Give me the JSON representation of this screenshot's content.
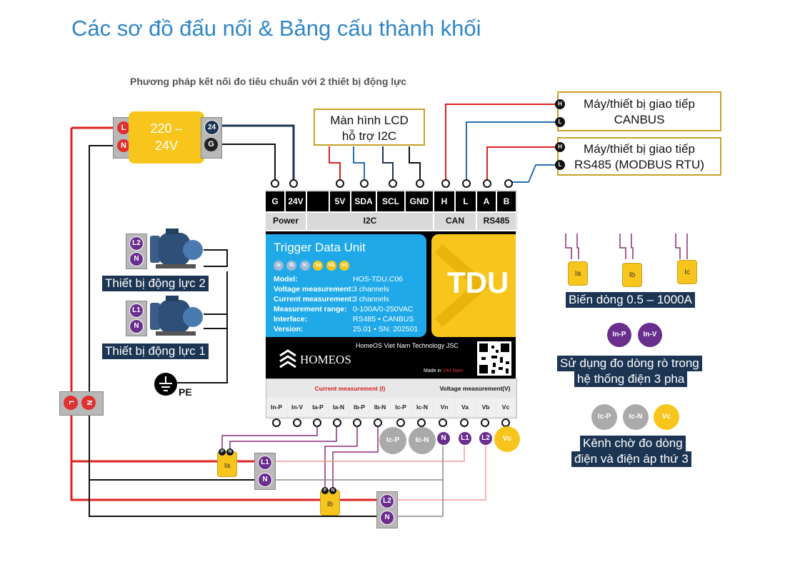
{
  "page_title": "Các sơ đồ đấu nối & Bảng cấu thành khối",
  "subtitle": "Phương pháp kết nối đo tiêu chuẩn với 2 thiết bị động lực",
  "psu": {
    "line1": "220 –",
    "line2": "24V",
    "in_l": "L",
    "in_n": "N",
    "out_24": "24",
    "out_g": "G"
  },
  "lcd_box": {
    "line1": "Màn hình LCD",
    "line2": "hỗ trợ I2C"
  },
  "canbus_box": {
    "line1": "Máy/thiết bị giao tiếp",
    "line2": "CANBUS",
    "pin_h": "H",
    "pin_l": "L"
  },
  "rs485_box": {
    "line1": "Máy/thiết bị giao tiếp",
    "line2": "RS485 (MODBUS RTU)",
    "pin_h": "H",
    "pin_l": "L"
  },
  "top_terminals": [
    "G",
    "24V",
    "",
    "5V",
    "SDA",
    "SCL",
    "GND",
    "H",
    "L",
    "A",
    "B"
  ],
  "top_groups": {
    "power": "Power",
    "i2c": "I2C",
    "can": "CAN",
    "rs485": "RS485"
  },
  "device": {
    "title": "Trigger Data Unit",
    "chips": [
      "Ia",
      "Ib",
      "Ic",
      "Va",
      "Vb",
      "Vc"
    ],
    "spec_keys": [
      "Model:",
      "Voltage measurement:",
      "Current measurement:",
      "Measurement range:",
      "Interface:",
      "Version:"
    ],
    "spec_vals": [
      "HOS-TDU.C06",
      "3 channels",
      "3 channels",
      "0-100A/0-250VAC",
      "RS485 • CANBUS",
      "25.01  • SN: 202501"
    ],
    "tdu": "TDU",
    "company": "HomeOS Viet Nam Technology JSC",
    "brand": "HOMEOS",
    "made_in_prefix": "Made in",
    "made_in_country": "Viet Nam"
  },
  "bottom_groups": {
    "current": "Current measurement (I)",
    "voltage": "Voltage measurement(V)"
  },
  "bottom_terminals": [
    "In-P",
    "In-V",
    "Ia-P",
    "Ia-N",
    "Ib-P",
    "Ib-N",
    "Ic-P",
    "Ic-N",
    "Vn",
    "Va",
    "Vb",
    "Vc"
  ],
  "spare": {
    "icp": "Ic-P",
    "icn": "Ic-N",
    "n": "N",
    "l1": "L1",
    "l2": "L2",
    "vc": "Vc"
  },
  "motor2": {
    "label": "Thiết bị động lực 2",
    "pin1": "L2",
    "pin2": "N"
  },
  "motor1": {
    "label": "Thiết bị động lực 1",
    "pin1": "L1",
    "pin2": "N"
  },
  "pe": "PE",
  "main_breaker": {
    "l": "L",
    "n": "N"
  },
  "ct_ia": "Ia",
  "ct_ib": "Ib",
  "cp_l1": {
    "l": "L1",
    "n": "N"
  },
  "cp_l2": {
    "l": "L2",
    "n": "N"
  },
  "ct_p": "P",
  "ct_n": "N",
  "legend": {
    "cts": [
      "Ia",
      "Ib",
      "Ic"
    ],
    "ct_caption": "Biến dòng 0.5 – 1000A",
    "leak_chips": [
      "In-P",
      "In-V"
    ],
    "leak_line1": "Sử dụng đo dòng rò trong",
    "leak_line2": "hệ thống điện 3 pha",
    "spare_chips": [
      "Ic-P",
      "Ic-N",
      "Vc"
    ],
    "spare_line1": "Kênh chờ đo dòng",
    "spare_line2": "điện và điện áp thứ 3"
  },
  "colors": {
    "title_blue": "#2f86c8",
    "yellow": "#f8c51c",
    "device_blue": "#1fa9e8",
    "navy": "#1c3553",
    "purple": "#6a2e8f",
    "red_wire": "#e02020"
  }
}
